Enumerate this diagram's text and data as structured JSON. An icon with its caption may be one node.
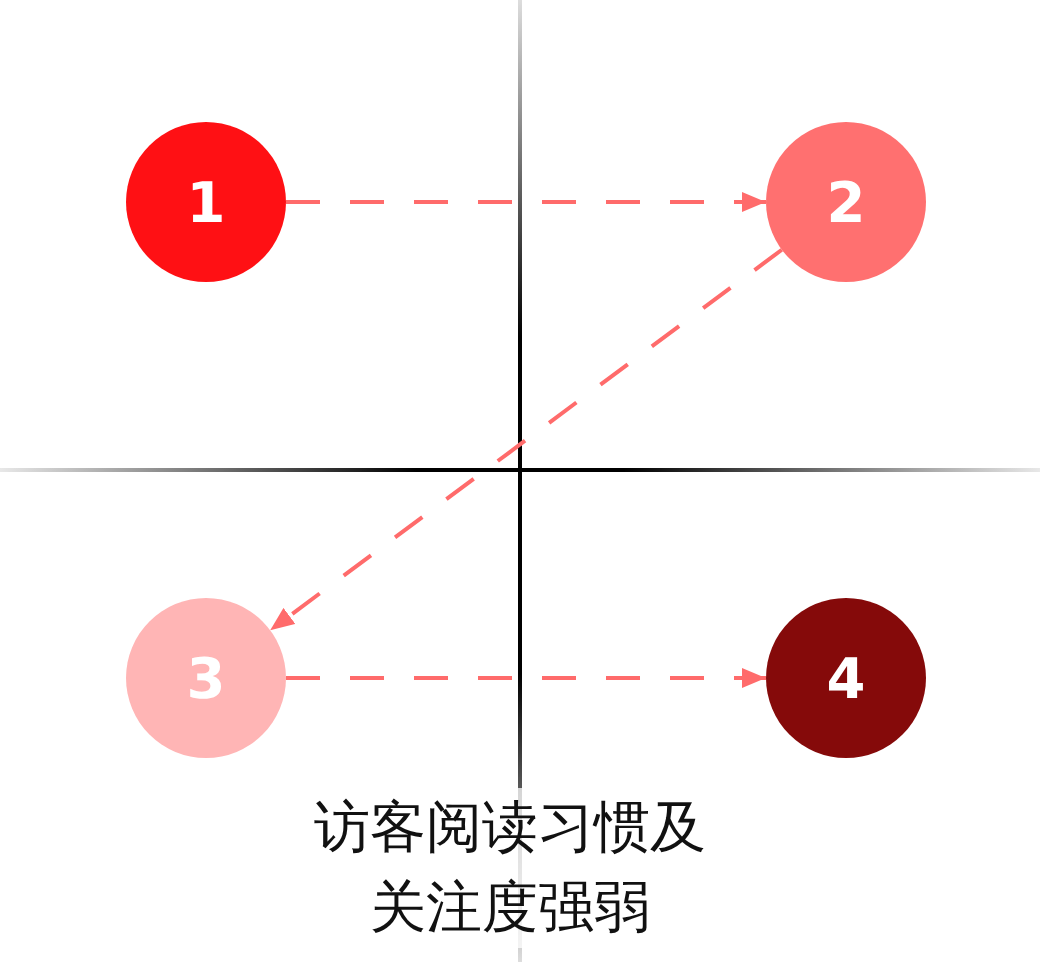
{
  "diagram": {
    "caption": "访客阅读习惯及关注度强弱",
    "nodes": [
      {
        "text": [
          "1"
        ]
      },
      {
        "text": [
          "2"
        ]
      },
      {
        "text": [
          "3"
        ]
      },
      {
        "text": [
          "4"
        ]
      }
    ],
    "edges": [
      {
        "from": 0,
        "to": 1,
        "arrow": "to",
        "style": "dashed"
      },
      {
        "from": 1,
        "to": 2,
        "arrow": "to",
        "style": "dashed"
      },
      {
        "from": 2,
        "to": 3,
        "arrow": "to",
        "style": "dashed"
      }
    ]
  }
}
